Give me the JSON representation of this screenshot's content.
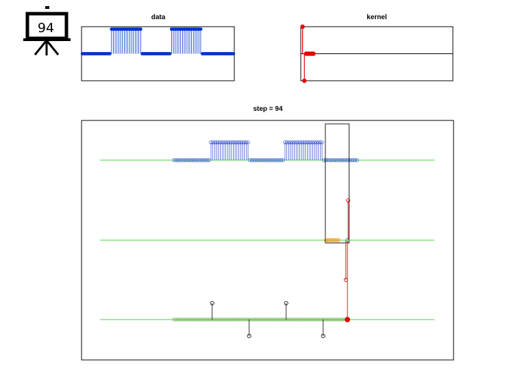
{
  "step_badge": "94",
  "chart_data": [
    {
      "id": "data",
      "type": "stem",
      "title": "data",
      "x": [
        0,
        83
      ],
      "n_points": 84,
      "pulses": [
        {
          "from": 16,
          "to": 32,
          "height": 1
        },
        {
          "from": 49,
          "to": 65,
          "height": 1
        }
      ],
      "baseline": 0,
      "xlim": [
        -0.5,
        83.5
      ],
      "ylim": [
        -1.1,
        1.1
      ],
      "color": "#0033cc"
    },
    {
      "id": "kernel",
      "type": "stem",
      "title": "kernel",
      "values": [
        1,
        -1,
        0,
        0,
        0,
        0,
        0
      ],
      "xlim": [
        -1,
        83
      ],
      "ylim": [
        -1,
        1
      ],
      "color": "#e60000"
    },
    {
      "id": "convolution",
      "type": "stem",
      "title": "step = 94",
      "step": 94,
      "rows": [
        {
          "name": "data",
          "color": "#2244cc",
          "n_points": 100,
          "pulses": [
            [
              20,
              40
            ],
            [
              60,
              80
            ]
          ],
          "baseline": 0
        },
        {
          "name": "kernel",
          "color": "#e60000",
          "values": [
            1,
            -1,
            0,
            0,
            0,
            0,
            0
          ]
        },
        {
          "name": "output",
          "color": "#227722",
          "spikes": [
            {
              "x": 21,
              "value": 1
            },
            {
              "x": 41,
              "value": -1
            },
            {
              "x": 61,
              "value": 1
            },
            {
              "x": 81,
              "value": -1
            }
          ]
        }
      ],
      "window": {
        "from": 82,
        "to": 93
      },
      "colors": {
        "baseline": "#00cc00",
        "data": "#2244cc",
        "kernel": "#e60000",
        "kernel_fill": "#ff8800",
        "output_fill": "#66aa44"
      }
    }
  ]
}
